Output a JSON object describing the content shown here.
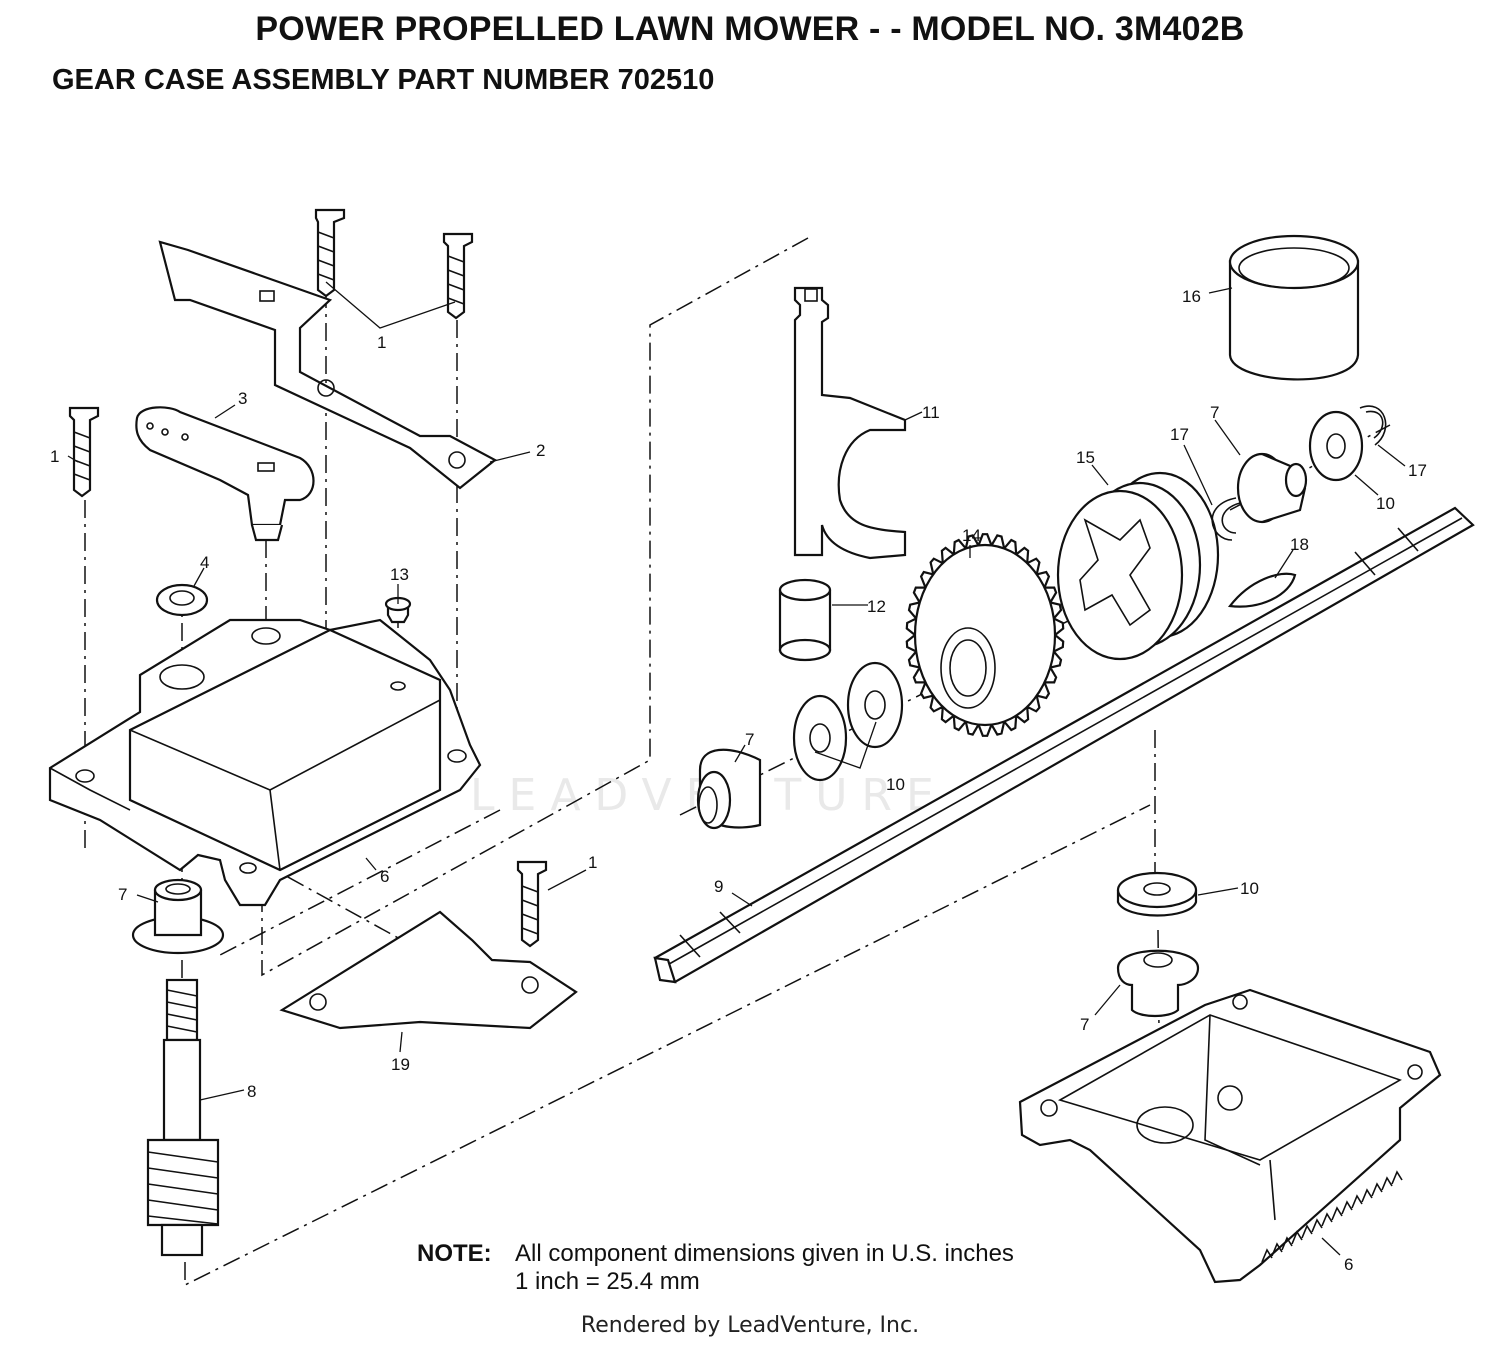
{
  "header": {
    "title": "POWER PROPELLED LAWN MOWER - - MODEL NO. 3M402B",
    "subtitle": "GEAR CASE ASSEMBLY PART NUMBER 702510"
  },
  "callouts": [
    {
      "id": "c-1a",
      "label": "1"
    },
    {
      "id": "c-1b",
      "label": "1"
    },
    {
      "id": "c-1c",
      "label": "1"
    },
    {
      "id": "c-2",
      "label": "2"
    },
    {
      "id": "c-3",
      "label": "3"
    },
    {
      "id": "c-4",
      "label": "4"
    },
    {
      "id": "c-6a",
      "label": "6"
    },
    {
      "id": "c-6b",
      "label": "6"
    },
    {
      "id": "c-7a",
      "label": "7"
    },
    {
      "id": "c-7b",
      "label": "7"
    },
    {
      "id": "c-7c",
      "label": "7"
    },
    {
      "id": "c-7d",
      "label": "7"
    },
    {
      "id": "c-8",
      "label": "8"
    },
    {
      "id": "c-9",
      "label": "9"
    },
    {
      "id": "c-10a",
      "label": "10"
    },
    {
      "id": "c-10b",
      "label": "10"
    },
    {
      "id": "c-10c",
      "label": "10"
    },
    {
      "id": "c-11",
      "label": "11"
    },
    {
      "id": "c-12",
      "label": "12"
    },
    {
      "id": "c-13",
      "label": "13"
    },
    {
      "id": "c-14",
      "label": "14"
    },
    {
      "id": "c-15",
      "label": "15"
    },
    {
      "id": "c-16",
      "label": "16"
    },
    {
      "id": "c-17a",
      "label": "17"
    },
    {
      "id": "c-17b",
      "label": "17"
    },
    {
      "id": "c-18",
      "label": "18"
    },
    {
      "id": "c-19",
      "label": "19"
    }
  ],
  "note": {
    "label": "NOTE:",
    "line1": "All component dimensions given in U.S. inches",
    "line2": "1 inch = 25.4 mm"
  },
  "footer": "Rendered by LeadVenture, Inc.",
  "watermark": "LEADVENTURE"
}
